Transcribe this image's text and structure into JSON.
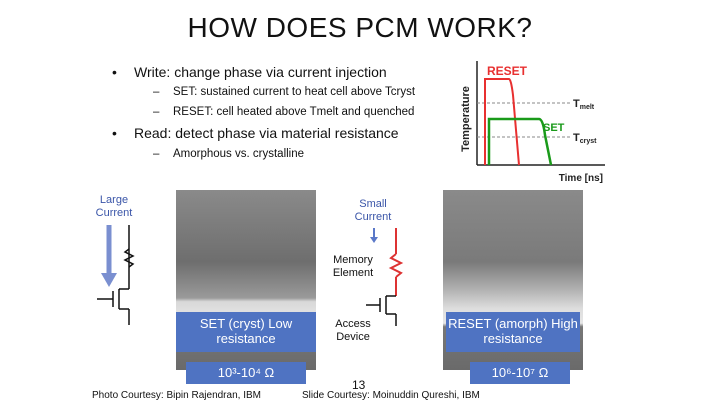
{
  "slide": {
    "title": "HOW DOES PCM WORK?",
    "page_number": "13",
    "bullets": [
      {
        "text": "Write: change phase via current injection",
        "sub": [
          "SET: sustained current to heat cell above Tcryst",
          "RESET: cell heated above Tmelt and quenched"
        ]
      },
      {
        "text": "Read: detect phase via material resistance",
        "sub": [
          "Amorphous vs. crystalline"
        ]
      }
    ]
  },
  "graph": {
    "ylabel": "Temperature",
    "xlabel": "Time [ns]",
    "reset_label": "RESET",
    "set_label": "SET",
    "tmelt": "T",
    "tmelt_sub": "melt",
    "tcryst": "T",
    "tcryst_sub": "cryst",
    "reset_color": "#e83030",
    "set_color": "#1a9a1a"
  },
  "diagram": {
    "large_current": "Large Current",
    "small_current": "Small Current",
    "memory_element": "Memory Element",
    "access_device": "Access Device",
    "set_caption": "SET (cryst) Low resistance",
    "set_range": "10³-10⁴ Ω",
    "reset_caption": "RESET (amorph) High resistance",
    "reset_range": "10⁶-10⁷ Ω"
  },
  "footer": {
    "left": "Photo Courtesy: Bipin Rajendran, IBM",
    "right": "Slide Courtesy: Moinuddin Qureshi, IBM"
  }
}
